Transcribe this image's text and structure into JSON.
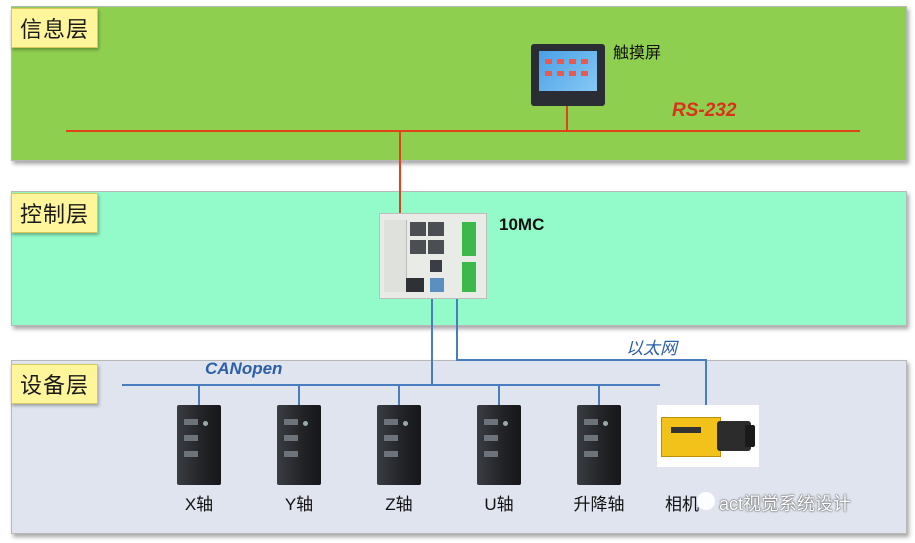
{
  "layers": {
    "info": "信息层",
    "control": "控制层",
    "device": "设备层"
  },
  "devices": {
    "touchscreen": "触摸屏",
    "controller": "10MC",
    "camera": "相机"
  },
  "buses": {
    "rs232": "RS-232",
    "canopen": "CANopen",
    "ethernet": "以太网"
  },
  "axes": [
    "X轴",
    "Y轴",
    "Z轴",
    "U轴",
    "升降轴"
  ],
  "watermark": "act视觉系统设计",
  "colors": {
    "info_band": "#8fcf50",
    "control_band": "#93fbc9",
    "device_band": "#dfe4ee",
    "rs232_line": "#e0421a",
    "canopen_line": "#4a7cc0"
  }
}
